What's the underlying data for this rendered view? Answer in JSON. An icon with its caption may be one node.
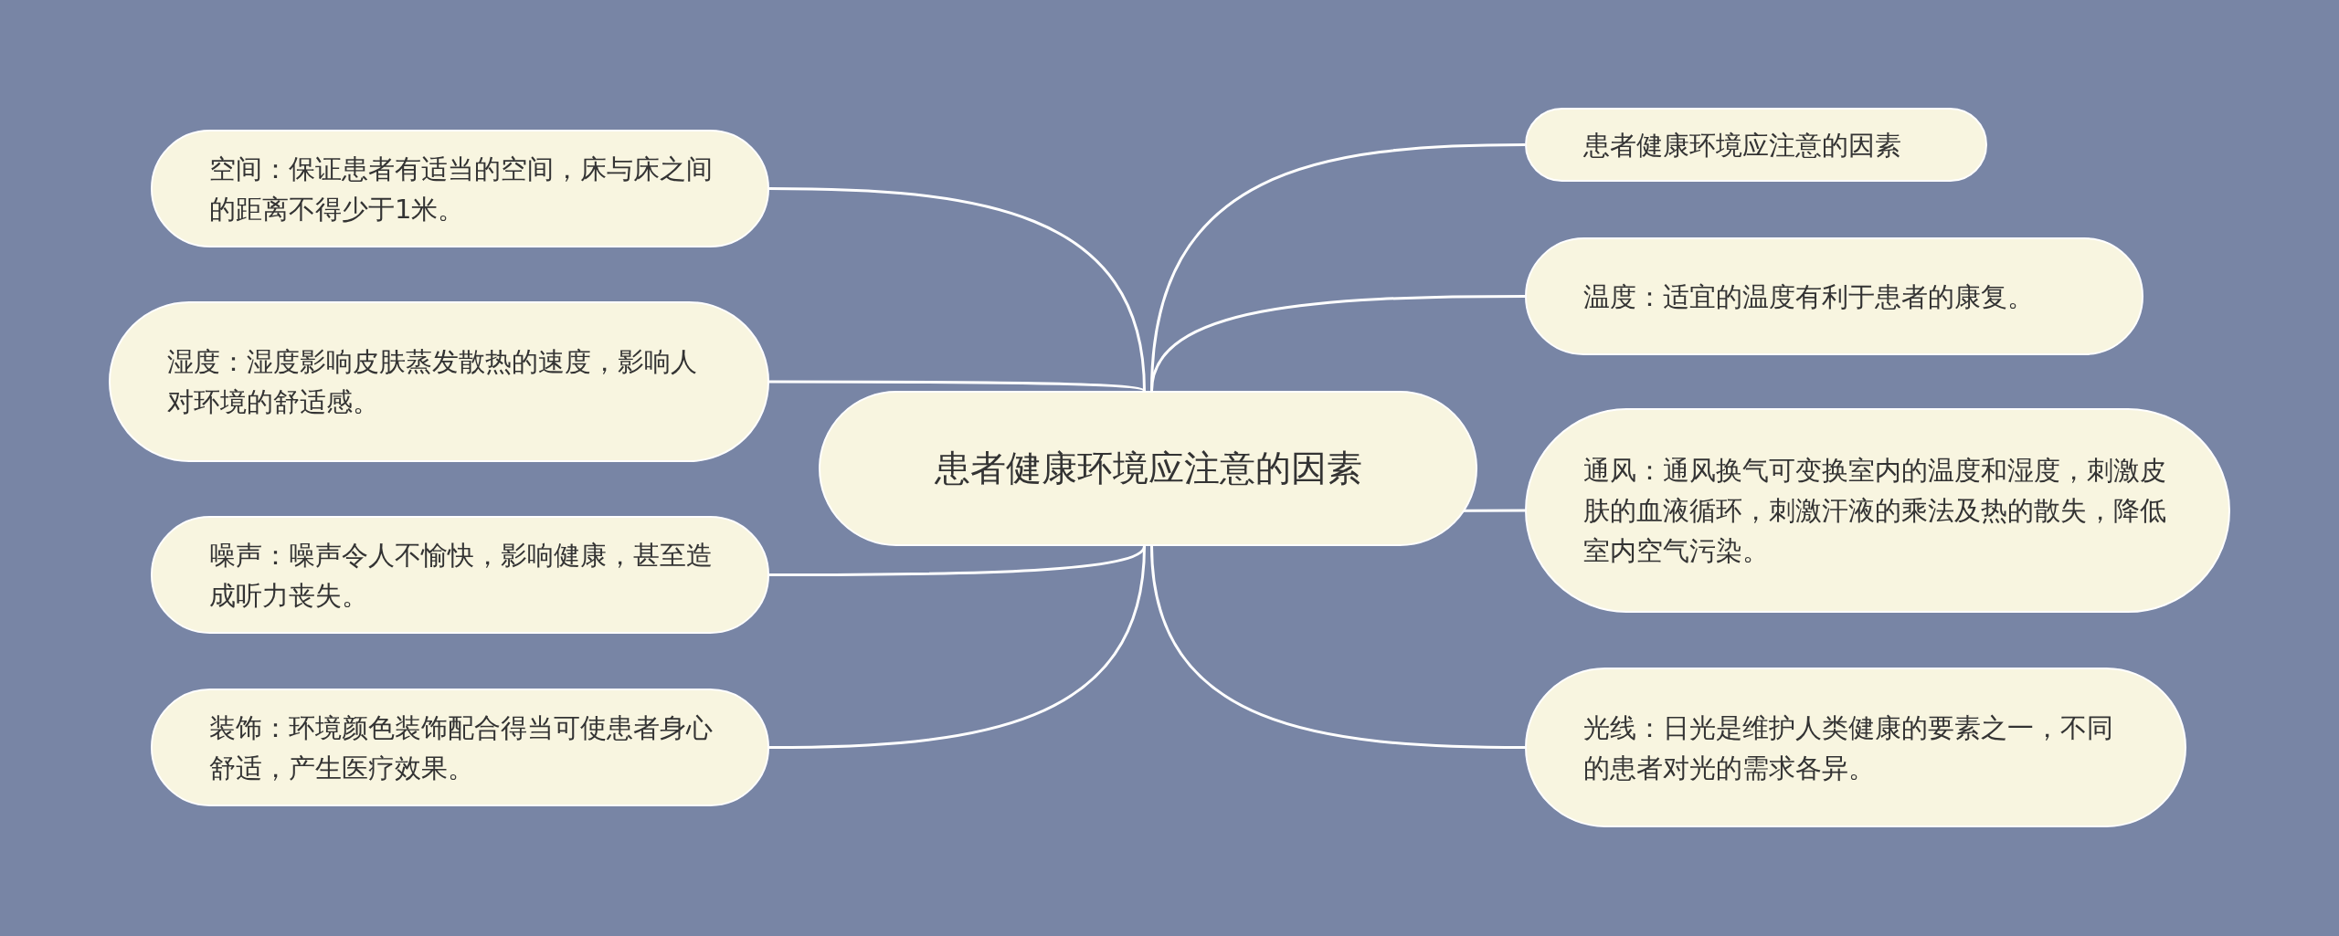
{
  "diagram": {
    "nodes": [
      {
        "text": [
          "患者健康环境应注意的因素"
        ]
      },
      {
        "text": [
          "空间：保证患者有适当的空间，床与床之间的距离不得少于1米。"
        ]
      },
      {
        "text": [
          "湿度：湿度影响皮肤蒸发散热的速度，影响人对环境的舒适感。"
        ]
      },
      {
        "text": [
          "噪声：噪声令人不愉快，影响健康，甚至造成听力丧失。"
        ]
      },
      {
        "text": [
          "装饰：环境颜色装饰配合得当可使患者身心舒适，产生医疗效果。"
        ]
      },
      {
        "text": [
          "患者健康环境应注意的因素"
        ]
      },
      {
        "text": [
          "温度：适宜的温度有利于患者的康复。"
        ]
      },
      {
        "text": [
          "通风：通风换气可变换室内的温度和湿度，刺激皮肤的血液循环，刺激汗液的乘法及热的散失，降低室内空气污染。"
        ]
      },
      {
        "text": [
          "光线：日光是维护人类健康的要素之一，不同的患者对光的需求各异。"
        ]
      }
    ],
    "edges": [
      {
        "from": 0,
        "to": 1,
        "arrow": "none"
      },
      {
        "from": 0,
        "to": 2,
        "arrow": "none"
      },
      {
        "from": 0,
        "to": 3,
        "arrow": "none"
      },
      {
        "from": 0,
        "to": 4,
        "arrow": "none"
      },
      {
        "from": 0,
        "to": 5,
        "arrow": "none"
      },
      {
        "from": 0,
        "to": 6,
        "arrow": "none"
      },
      {
        "from": 0,
        "to": 7,
        "arrow": "none"
      },
      {
        "from": 0,
        "to": 8,
        "arrow": "none"
      }
    ]
  }
}
